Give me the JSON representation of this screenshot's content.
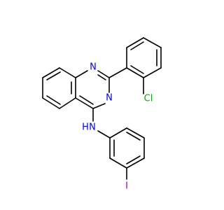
{
  "molecule": {
    "atoms": {
      "n1": {
        "symbol": "N",
        "color": "#0000ff"
      },
      "n3": {
        "symbol": "N",
        "color": "#0000ff"
      },
      "nh": {
        "symbol": "N",
        "h_label": "H",
        "color": "#0000ff"
      },
      "cl": {
        "symbol": "Cl",
        "color": "#00b000"
      },
      "iodine": {
        "symbol": "I",
        "color": "#9400d3"
      }
    }
  }
}
